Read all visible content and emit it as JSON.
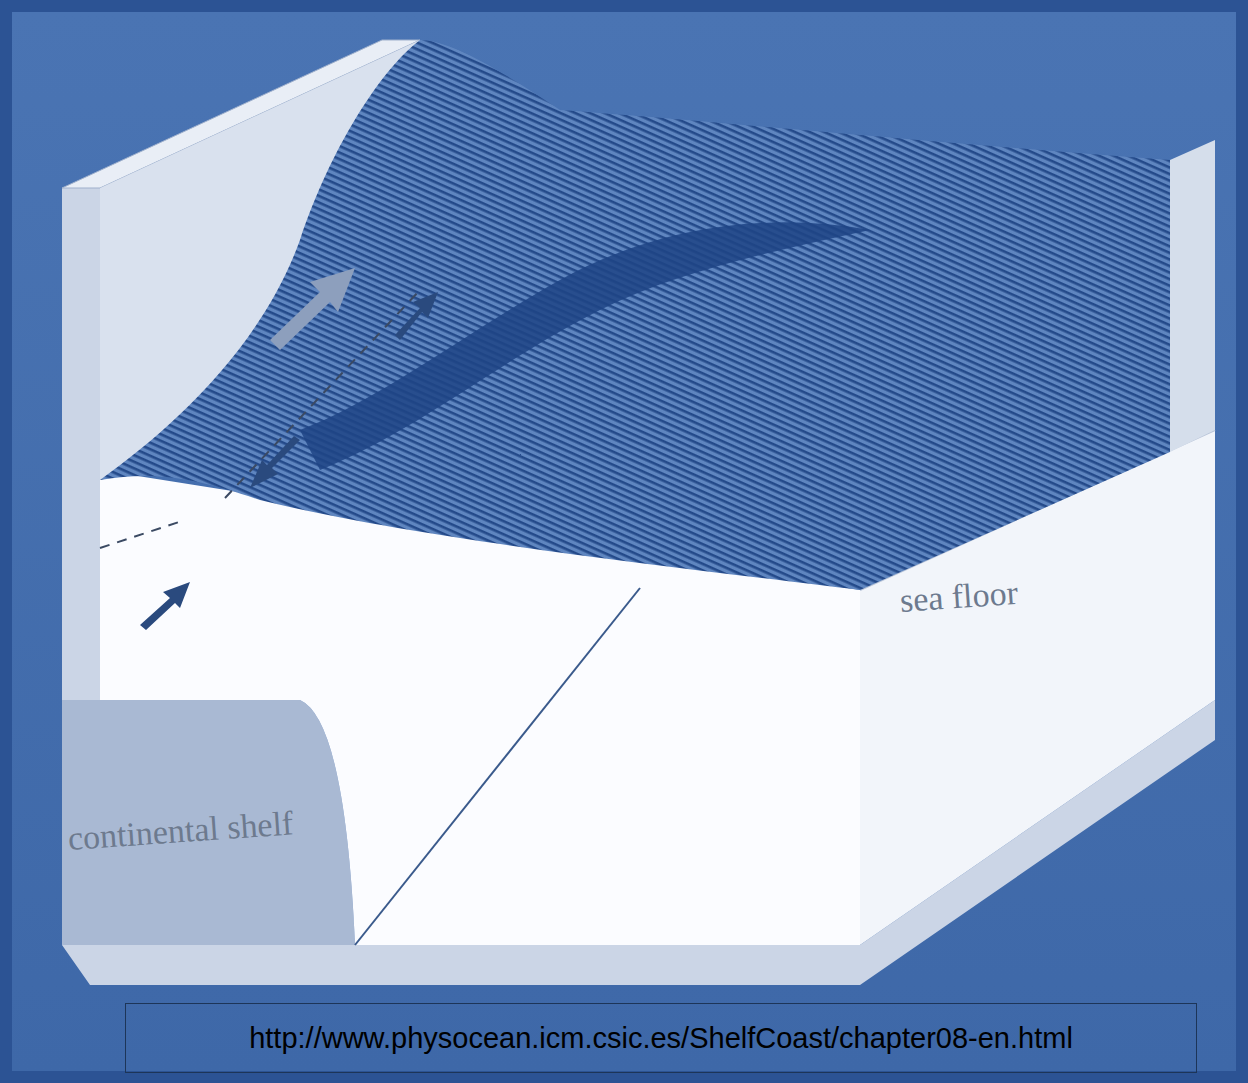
{
  "diagram": {
    "nodes": [
      {
        "text": [
          "http://www.physocean.icm.csic.es/ShelfCoast/chapter08-en.html"
        ]
      }
    ],
    "labels": [
      "continental shelf",
      "sea floor"
    ]
  }
}
